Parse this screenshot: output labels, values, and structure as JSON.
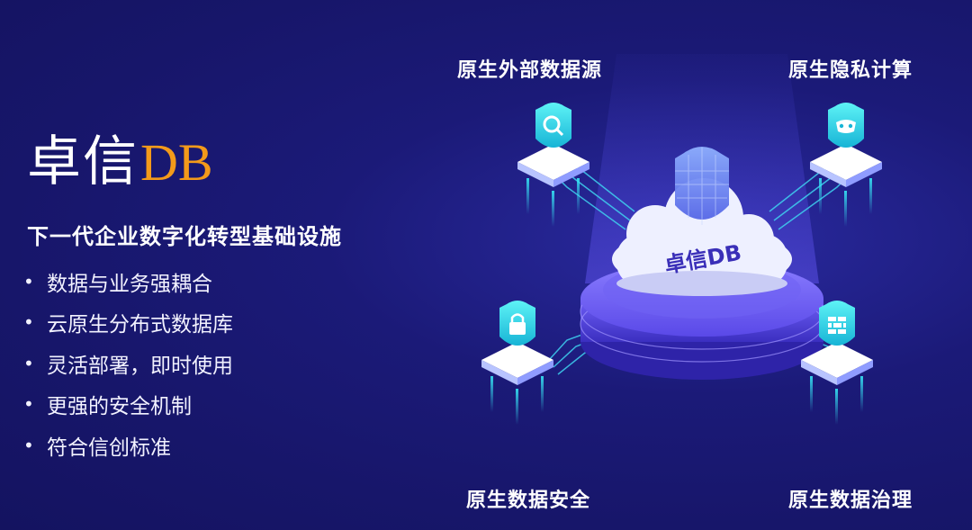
{
  "product": {
    "name_cn": "卓信",
    "name_en": "DB",
    "tagline": "下一代企业数字化转型基础设施"
  },
  "features": [
    "数据与业务强耦合",
    "云原生分布式数据库",
    "灵活部署，即时使用",
    "更强的安全机制",
    "符合信创标准"
  ],
  "bullet_glyph": "•",
  "labels": {
    "top_left": "原生外部数据源",
    "top_right": "原生隐私计算",
    "bottom_left": "原生数据安全",
    "bottom_right": "原生数据治理"
  },
  "center_badge": "卓信DB",
  "icons": [
    "search-shield-icon",
    "mask-shield-icon",
    "lock-shield-icon",
    "firewall-shield-icon",
    "center-shield-icon"
  ],
  "colors": {
    "background": "#1b1a78",
    "accent_orange": "#f39a1a",
    "cyan": "#31e3f0",
    "platform": "#6b5cf5"
  }
}
